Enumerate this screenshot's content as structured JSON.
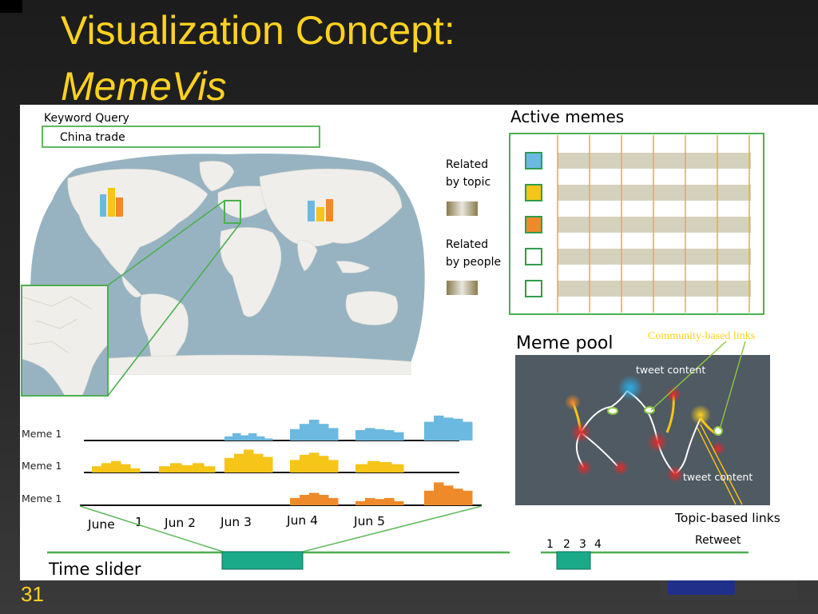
{
  "slide": {
    "title_line1": "Visualization Concept:",
    "title_line2": "MemeVis",
    "slide_number": "31"
  },
  "keyword_query": {
    "label": "Keyword Query",
    "value": "China trade"
  },
  "legend": {
    "related_by_topic": [
      "Related",
      "by topic"
    ],
    "related_by_people": [
      "Related",
      "by people"
    ]
  },
  "active_memes": {
    "title": "Active memes",
    "swatches": [
      "#6bb9e0",
      "#f5c518",
      "#ef8a2a",
      "none",
      "none"
    ]
  },
  "meme_pool": {
    "title": "Meme pool",
    "annotation_community": "Community-based links",
    "annotation_tweet_top": "tweet content",
    "annotation_tweet_bottom": "tweet content",
    "annotation_topic": "Topic-based links"
  },
  "timeline": {
    "rows": [
      {
        "label": "Meme 1",
        "color": "#6bb9e0"
      },
      {
        "label": "Meme 1",
        "color": "#f5c518"
      },
      {
        "label": "Meme 1",
        "color": "#ef8a2a"
      }
    ],
    "dates": [
      "June",
      "1",
      "Jun 2",
      "Jun 3",
      "Jun 4",
      "Jun 5"
    ]
  },
  "time_slider": {
    "label": "Time slider"
  },
  "retweet": {
    "label": "Retweet",
    "ticks": [
      "1",
      "2",
      "3",
      "4"
    ]
  },
  "colors": {
    "title": "#ffd21f",
    "green_frame": "#4caf50",
    "slider_teal": "#1aaa8a",
    "map_ocean": "#97b3c2",
    "map_land": "#efeeea",
    "pool_bg": "#505a63"
  }
}
